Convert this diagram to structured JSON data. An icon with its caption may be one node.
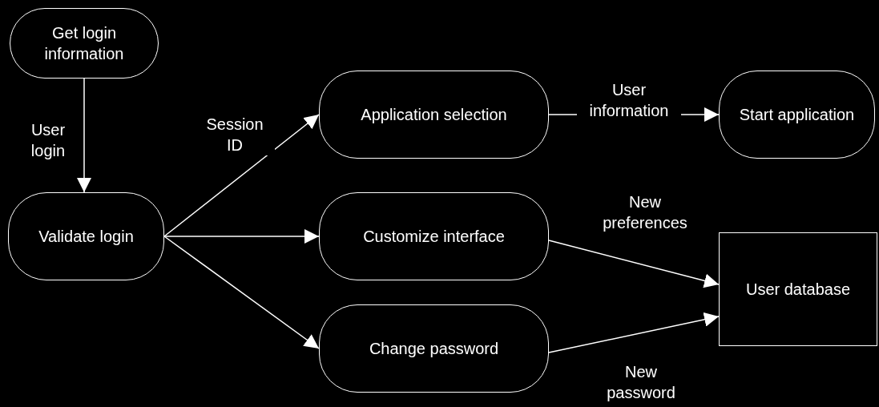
{
  "diagram": {
    "nodes": [
      {
        "text": [
          "Get login information"
        ]
      },
      {
        "text": [
          "Validate login"
        ]
      },
      {
        "text": [
          "Application selection"
        ]
      },
      {
        "text": [
          "Start application"
        ]
      },
      {
        "text": [
          "Customize interface"
        ]
      },
      {
        "text": [
          "Change password"
        ]
      },
      {
        "text": [
          "User database"
        ]
      }
    ],
    "edges": [
      {
        "from": 0,
        "to": 1,
        "arrow": "to",
        "label": "User login"
      },
      {
        "from": 1,
        "to": 2,
        "arrow": "to",
        "label": "Session ID"
      },
      {
        "from": 1,
        "to": 4,
        "arrow": "to"
      },
      {
        "from": 1,
        "to": 5,
        "arrow": "to"
      },
      {
        "from": 2,
        "to": 3,
        "arrow": "to",
        "label": "User information"
      },
      {
        "from": 4,
        "to": 6,
        "arrow": "to",
        "label": "New preferences"
      },
      {
        "from": 5,
        "to": 6,
        "arrow": "to",
        "label": "New password"
      }
    ]
  }
}
